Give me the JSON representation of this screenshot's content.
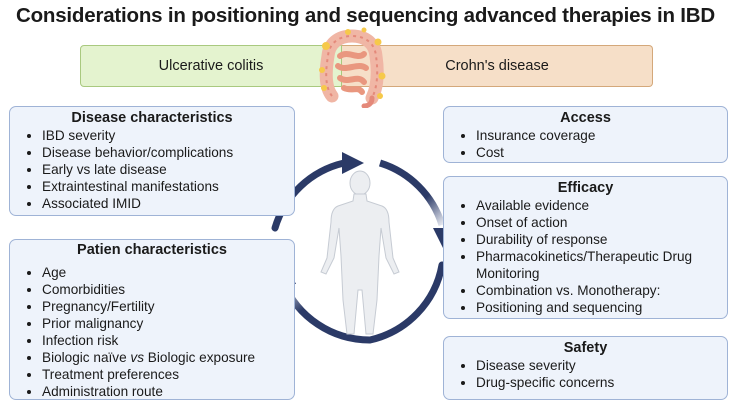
{
  "title": "Considerations in positioning and sequencing advanced therapies in IBD",
  "pills": {
    "left": "Ulcerative colitis",
    "right": "Crohn's disease"
  },
  "disease": {
    "heading": "Disease characteristics",
    "items": [
      "IBD severity",
      "Disease behavior/complications",
      "Early vs late disease",
      "Extraintestinal manifestations",
      "Associated IMID"
    ]
  },
  "patient": {
    "heading": "Patien characteristics",
    "items": [
      "Age",
      "Comorbidities",
      "Pregnancy/Fertility",
      "Prior malignancy",
      "Infection risk",
      "Biologic naïve vs Biologic exposure",
      "Treatment preferences",
      "Administration route"
    ]
  },
  "access": {
    "heading": "Access",
    "items": [
      "Insurance coverage",
      "Cost"
    ]
  },
  "efficacy": {
    "heading": "Efficacy",
    "items": [
      "Available evidence",
      "Onset of action",
      "Durability of response",
      "Pharmacokinetics/Therapeutic Drug Monitoring",
      "Combination vs. Monotherapy:",
      "Positioning and sequencing"
    ]
  },
  "safety": {
    "heading": "Safety",
    "items": [
      "Disease severity",
      "Drug-specific concerns"
    ]
  },
  "colors": {
    "arrow_dark": "#2b3a67",
    "box_fill": "#eef3fb",
    "box_border": "#9fb3d6",
    "uc_fill": "#e4f3cf",
    "cd_fill": "#f6dfc8"
  },
  "icons": [
    "intestine-illustration",
    "human-figure-illustration",
    "cycle-arrows"
  ]
}
